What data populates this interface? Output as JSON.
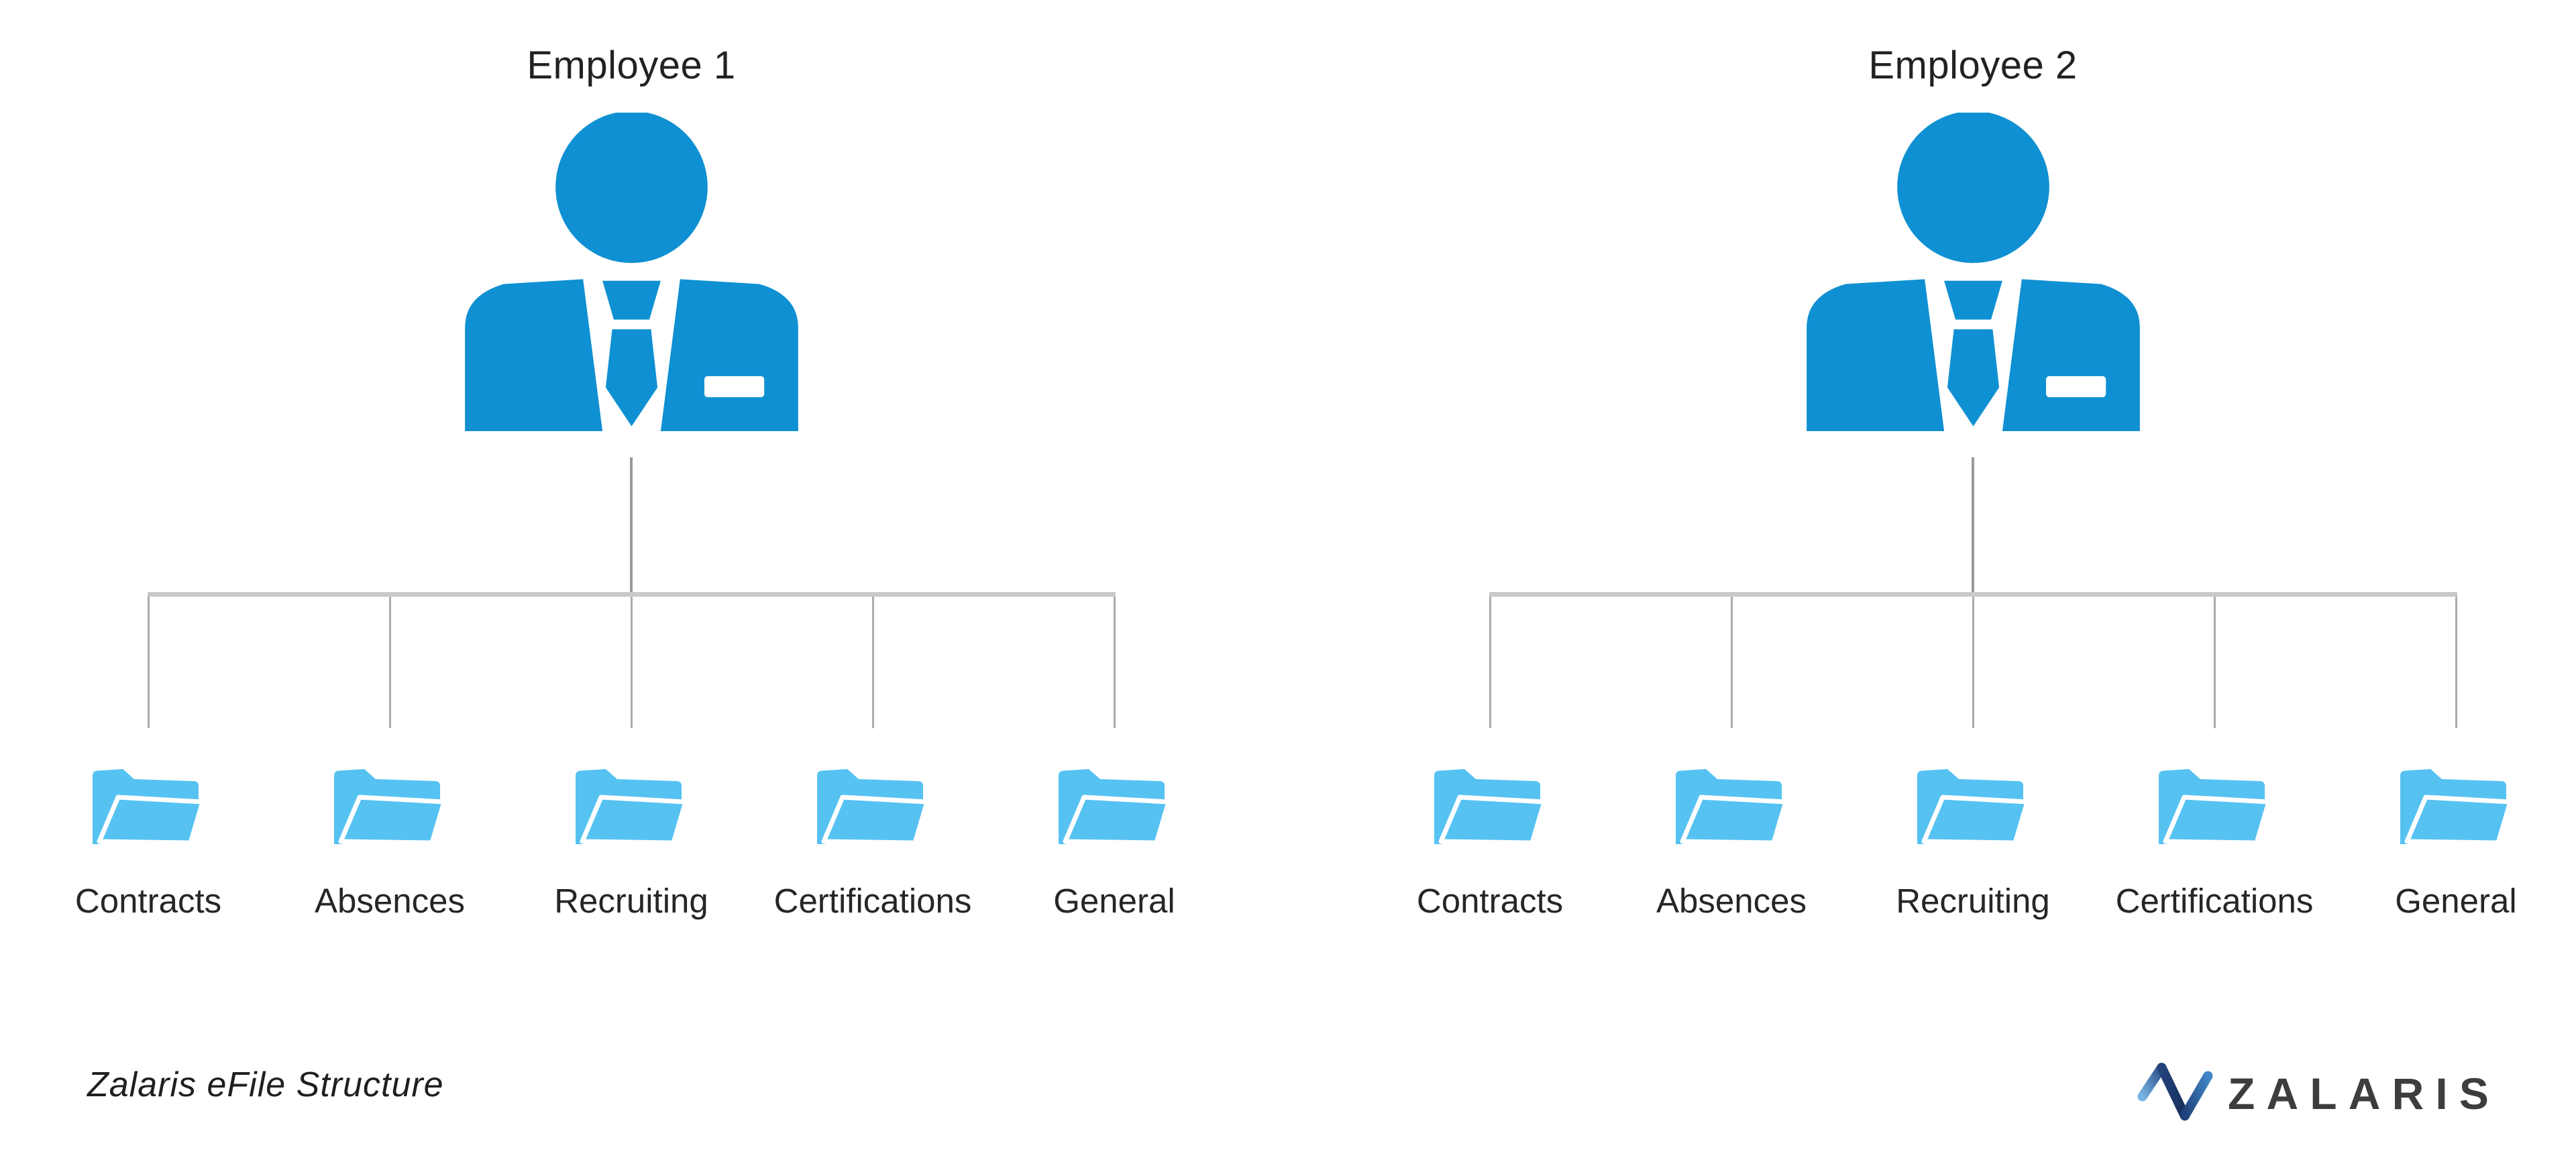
{
  "employees": [
    {
      "title": "Employee 1",
      "folders": [
        "Contracts",
        "Absences",
        "Recruiting",
        "Certifications",
        "General"
      ]
    },
    {
      "title": "Employee 2",
      "folders": [
        "Contracts",
        "Absences",
        "Recruiting",
        "Certifications",
        "General"
      ]
    }
  ],
  "caption": "Zalaris eFile Structure",
  "logo": {
    "wordmark": "ZALARIS"
  },
  "icons": {
    "employee": "person-in-suit-icon",
    "folder": "open-folder-icon",
    "logo_mark": "zalaris-zigzag-mark-icon"
  },
  "colors": {
    "person_blue": "#0f90d2",
    "folder_blue": "#56c2f2",
    "connector_gray": "#ababab",
    "connector_bar_gray": "#c9c9c9",
    "stem_gray": "#9a9a9a",
    "text_dark": "#262626",
    "logo_text": "#3d3d3d",
    "logo_mark_light_blue": "#79b3e3",
    "logo_mark_dark_navy": "#1d3a6d",
    "logo_mark_mid_blue": "#3c7fc0"
  }
}
